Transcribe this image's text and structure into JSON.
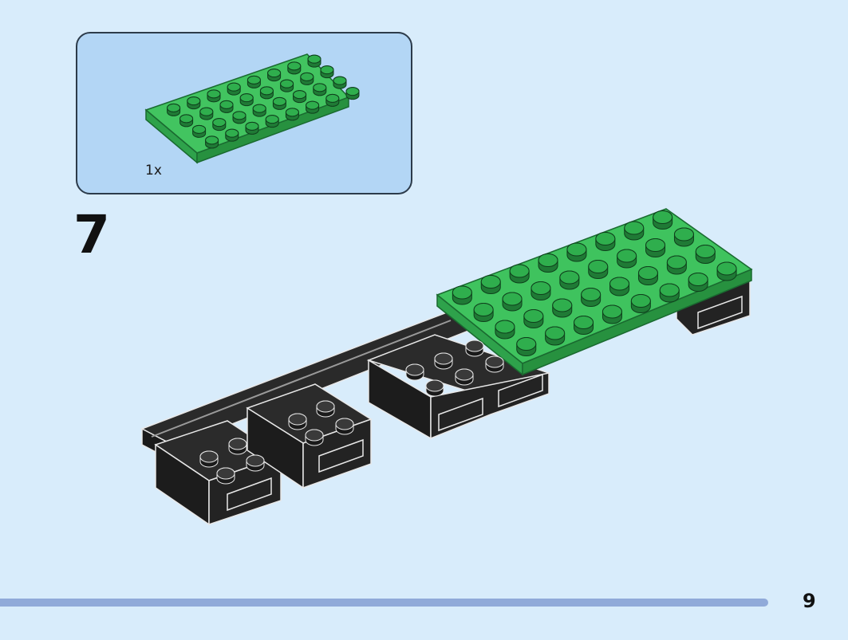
{
  "parts_list": {
    "items": [
      {
        "part": "green-4x8-plate-icon",
        "quantity": "1x"
      }
    ]
  },
  "step": {
    "number": "7"
  },
  "page": {
    "number": "9"
  },
  "colors": {
    "background": "#d8ecfb",
    "parts_box_fill": "#b3d6f5",
    "plate_green": "#3cc35c",
    "brick_black": "#1e1e1e",
    "progress_bar": "#90aad9"
  }
}
